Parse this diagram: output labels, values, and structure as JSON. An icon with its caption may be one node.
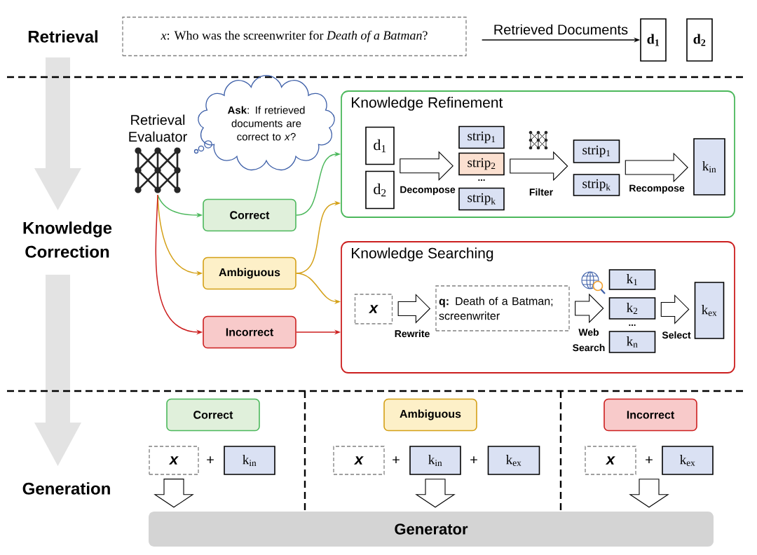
{
  "diagram": {
    "nodes": [
      {
        "text": [
          "*x*: Who was the screenwriter for *Death of a Batman*?"
        ]
      },
      {
        "text": [
          "d$_{1}$"
        ]
      },
      {
        "text": [
          "d$_{2}$"
        ]
      },
      {
        "text": [
          "Retrieval Evaluator"
        ]
      },
      {
        "text": [
          "**Ask**: If retrieved documents are correct to *x*?"
        ]
      },
      {
        "text": [
          "Correct"
        ]
      },
      {
        "text": [
          "Ambiguous"
        ]
      },
      {
        "text": [
          "Incorrect"
        ]
      },
      {
        "text": [
          "Knowledge Refinement"
        ]
      },
      {
        "text": [
          "d$_{1}$"
        ],
        "in": 8
      },
      {
        "text": [
          "d$_{2}$"
        ],
        "in": 8
      },
      {
        "text": [
          "strip$_{1}$"
        ],
        "in": 8
      },
      {
        "text": [
          "strip$_{2}$"
        ],
        "in": 8
      },
      {
        "text": [
          "strip$_{k}$"
        ],
        "in": 8
      },
      {
        "text": [
          "strip$_{1}$"
        ],
        "in": 8
      },
      {
        "text": [
          "strip$_{k}$"
        ],
        "in": 8
      },
      {
        "text": [
          "k$_{in}$"
        ],
        "in": 8
      },
      {
        "text": [
          "Knowledge Searching"
        ]
      },
      {
        "text": [
          "x"
        ],
        "in": 17
      },
      {
        "text": [
          "**q:** Death of a Batman; screenwriter"
        ],
        "in": 17
      },
      {
        "text": [
          "k$_{1}$"
        ],
        "in": 17
      },
      {
        "text": [
          "k$_{2}$"
        ],
        "in": 17
      },
      {
        "text": [
          "k$_{n}$"
        ],
        "in": 17
      },
      {
        "text": [
          "k$_{ex}$"
        ],
        "in": 17
      },
      {
        "text": [
          "Correct"
        ]
      },
      {
        "text": [
          "x"
        ]
      },
      {
        "text": [
          "k$_{in}$"
        ]
      },
      {
        "text": [
          "Ambiguous"
        ]
      },
      {
        "text": [
          "x"
        ]
      },
      {
        "text": [
          "k$_{in}$"
        ]
      },
      {
        "text": [
          "k$_{ex}$"
        ]
      },
      {
        "text": [
          "Incorrect"
        ]
      },
      {
        "text": [
          "x"
        ]
      },
      {
        "text": [
          "k$_{ex}$"
        ]
      },
      {
        "text": [
          "Generator"
        ]
      }
    ],
    "edges": [
      {
        "from": 0,
        "to": 1,
        "arrow": "to",
        "label": "Retrieved Documents",
        "color": "#000000"
      },
      {
        "from": 3,
        "to": 5,
        "arrow": "to",
        "color": "#4cb85c"
      },
      {
        "from": 3,
        "to": 6,
        "arrow": "to",
        "color": "#d4a017"
      },
      {
        "from": 3,
        "to": 7,
        "arrow": "to",
        "color": "#cc1f1f"
      },
      {
        "from": 5,
        "to": 8,
        "arrow": "to",
        "color": "#4cb85c"
      },
      {
        "from": 6,
        "to": 8,
        "arrow": "to",
        "color": "#d4a017"
      },
      {
        "from": 6,
        "to": 17,
        "arrow": "to",
        "color": "#d4a017"
      },
      {
        "from": 7,
        "to": 17,
        "arrow": "to",
        "color": "#cc1f1f"
      },
      {
        "from": 9,
        "to": 12,
        "arrow": "to",
        "style": "thick",
        "label": "Decompose"
      },
      {
        "from": 10,
        "to": 12,
        "arrow": "to",
        "style": "thick"
      },
      {
        "from": 12,
        "to": 14,
        "arrow": "to",
        "style": "thick",
        "label": "Filter"
      },
      {
        "from": 12,
        "to": 15,
        "arrow": "to",
        "style": "thick"
      },
      {
        "from": 14,
        "to": 16,
        "arrow": "to",
        "style": "thick",
        "label": "Recompose"
      },
      {
        "from": 15,
        "to": 16,
        "arrow": "to",
        "style": "thick"
      },
      {
        "from": 18,
        "to": 19,
        "arrow": "to",
        "style": "thick",
        "label": "Rewrite"
      },
      {
        "from": 19,
        "to": 21,
        "arrow": "to",
        "style": "thick",
        "label": "Web Search"
      },
      {
        "from": 21,
        "to": 23,
        "arrow": "to",
        "style": "thick",
        "label": "Select"
      },
      {
        "from": 25,
        "to": 34,
        "arrow": "to",
        "style": "thick"
      },
      {
        "from": 29,
        "to": 34,
        "arrow": "to",
        "style": "thick"
      },
      {
        "from": 32,
        "to": 34,
        "arrow": "to",
        "style": "thick"
      },
      {
        "from": 33,
        "to": 34,
        "arrow": "to",
        "style": "thick"
      }
    ],
    "labels": [
      "Retrieval",
      "...",
      "Knowledge Correction",
      "...",
      "+",
      "+",
      "+",
      "+",
      "Generation"
    ]
  }
}
